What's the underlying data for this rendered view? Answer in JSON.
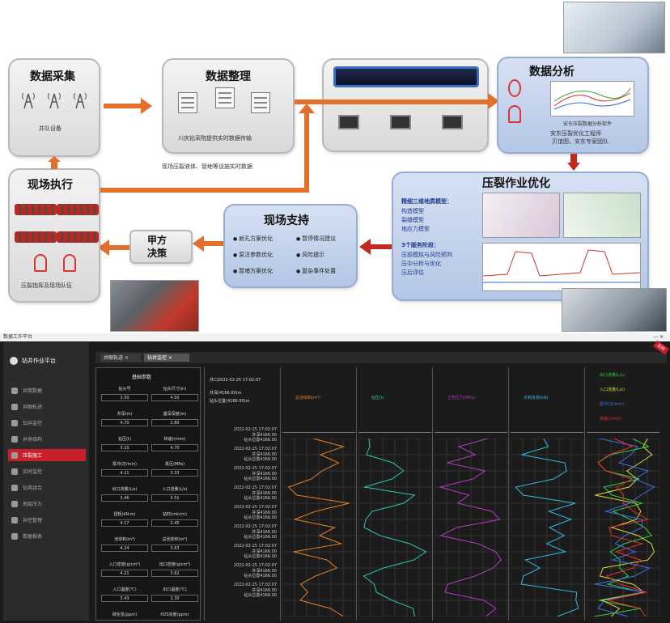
{
  "collect": {
    "title": "数据采集",
    "label": "井队设备"
  },
  "process": {
    "title": "数据整理",
    "label": "川庆钻采院提供实时数据传输"
  },
  "note": "现场压裂液体、管地等设施实时数据",
  "analysis": {
    "title": "数据分析",
    "line1": "安东压裂优化工程师",
    "line2": "贝谊图，安东专家团队",
    "chart_caption": "安东压裂数据分析软件"
  },
  "optim": {
    "title": "压裂作业优化",
    "sub1": "精细三维地质模型：",
    "items1": [
      "构造模型",
      "裂缝模型",
      "地应力模型"
    ],
    "sub2": "3个服务阶段：",
    "items2": [
      "压前模拟与风险预判",
      "压中分析与优化",
      "压后评估"
    ]
  },
  "support": {
    "title": "现场支持",
    "bullets_left": [
      "射孔方案优化",
      "泵注参数优化",
      "暂堵方案优化"
    ],
    "bullets_right": [
      "暂停情况建议",
      "风险提示",
      "复杂事件处置"
    ]
  },
  "party": {
    "title": "甲方\n决策"
  },
  "exec": {
    "title": "现场执行",
    "label": "压裂指挥及现场队伍"
  },
  "dash": {
    "window_title": "数据工作平台",
    "logo": "钻井作业平台",
    "tabs": [
      "井眼轨迹",
      "钻井监控"
    ],
    "side_items": [
      "井筒数据",
      "井眼轨迹",
      "钻井监控",
      "井身结构",
      "压裂施工",
      "实时监控",
      "钻具组合",
      "地层压力",
      "井控管理",
      "数据报表"
    ],
    "side_active": 4,
    "panel_title": "基础参数",
    "info": [
      "井口2022-02-25 17:02:07",
      "井深(4166.00)m",
      "钻头位置(4166.00)m"
    ],
    "params": [
      [
        "钻头号",
        "钻头尺寸(in)"
      ],
      [
        "3.50",
        "4.50"
      ],
      [
        "井深(m)",
        "垂深深度(m)"
      ],
      [
        "4.70",
        "2.80"
      ],
      [
        "钻压(t)",
        "转速(r/min)"
      ],
      [
        "3.10",
        "4.70"
      ],
      [
        "泵冲(次/min)",
        "泵压(MPa)"
      ],
      [
        "4.21",
        "3.33"
      ],
      [
        "出口流量(L/s)",
        "入口流量(L/s)"
      ],
      [
        "3.46",
        "3.51"
      ],
      [
        "扭矩(kN·m)",
        "钻时(min/m)"
      ],
      [
        "4.17",
        "2.45"
      ],
      [
        "池体积(m³)",
        "总池体积(m³)"
      ],
      [
        "4.24",
        "3.63"
      ],
      [
        "入口密度(g/cm³)",
        "出口密度(g/cm³)"
      ],
      [
        "4.21",
        "3.62"
      ],
      [
        "入口温度(℃)",
        "出口温度(℃)"
      ],
      [
        "3.43",
        "3.30"
      ],
      [
        "硫化氢(ppm)",
        "H2S浓度(ppm)"
      ]
    ],
    "time_rows": [
      [
        "2022-02-25 17:02:07",
        "井深4166.00",
        "钻头位置4166.00"
      ],
      [
        "2022-02-25 17:02:07",
        "井深4166.00",
        "钻头位置4166.00"
      ],
      [
        "2022-02-25 17:02:07",
        "井深4166.00",
        "钻头位置4166.00"
      ],
      [
        "2022-02-25 17:02:07",
        "井深4166.00",
        "钻头位置4166.00"
      ],
      [
        "2022-02-25 17:02:07",
        "井深4166.00",
        "钻头位置4166.00"
      ],
      [
        "2022-02-25 17:02:07",
        "井深4166.00",
        "钻头位置4166.00"
      ],
      [
        "2022-02-25 17:02:07",
        "井深4166.00",
        "钻头位置4166.00"
      ],
      [
        "2022-02-25 17:02:07",
        "井深4166.00",
        "钻头位置4166.00"
      ],
      [
        "2022-02-25 17:02:07",
        "井深4166.00",
        "钻头位置4166.00"
      ]
    ],
    "tracks": [
      {
        "label": "总池体积(m³)",
        "color": "#e0802a"
      },
      {
        "label": "钻压(t)",
        "color": "#2ec4b0"
      },
      {
        "label": "立管压力(MPa)",
        "color": "#b13cc0"
      },
      {
        "label": "大钩负荷(kN)",
        "color": "#33b8e8"
      }
    ],
    "legend": [
      {
        "label": "出口流量(L/s)",
        "color": "#2fcf3c"
      },
      {
        "label": "入口流量(L/s)",
        "color": "#d8d83a"
      },
      {
        "label": "泵冲(次/min)",
        "color": "#3b6ee8"
      },
      {
        "label": "转速(r/min)",
        "color": "#e8302a"
      }
    ],
    "badge": "实时"
  }
}
